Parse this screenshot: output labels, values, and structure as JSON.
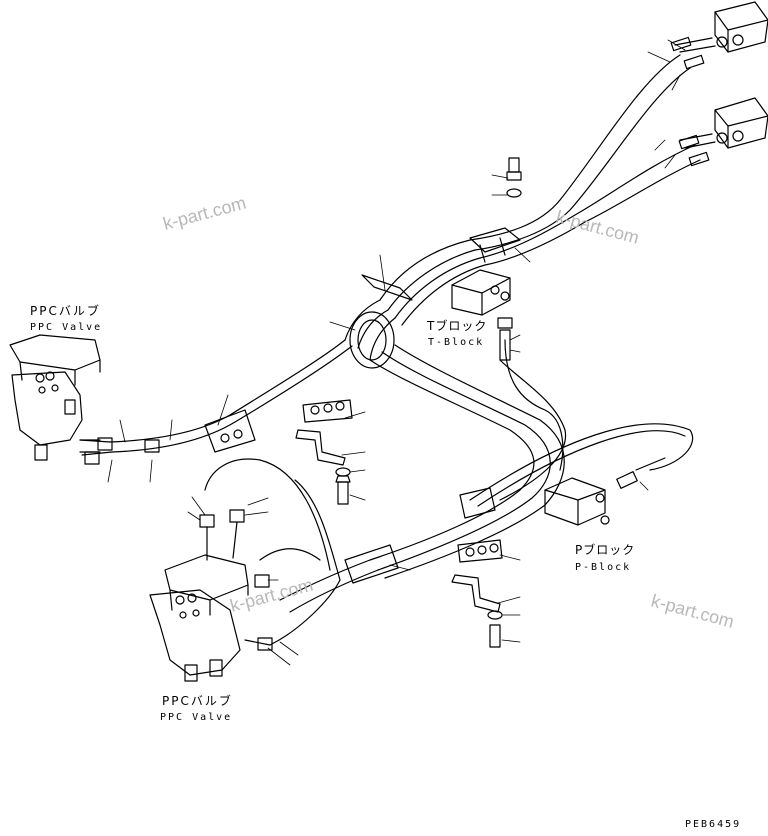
{
  "labels": {
    "ppc_valve_upper_jp": "PPCバルブ",
    "ppc_valve_upper_en": "PPC Valve",
    "ppc_valve_lower_jp": "PPCバルブ",
    "ppc_valve_lower_en": "PPC Valve",
    "t_block_jp": "Tブロック",
    "t_block_en": "T-Block",
    "p_block_jp": "Pブロック",
    "p_block_en": "P-Block"
  },
  "watermarks": [
    "k-part.com",
    "k-part.com",
    "k-part.com",
    "k-part.com"
  ],
  "drawing_code": "PEB6459"
}
